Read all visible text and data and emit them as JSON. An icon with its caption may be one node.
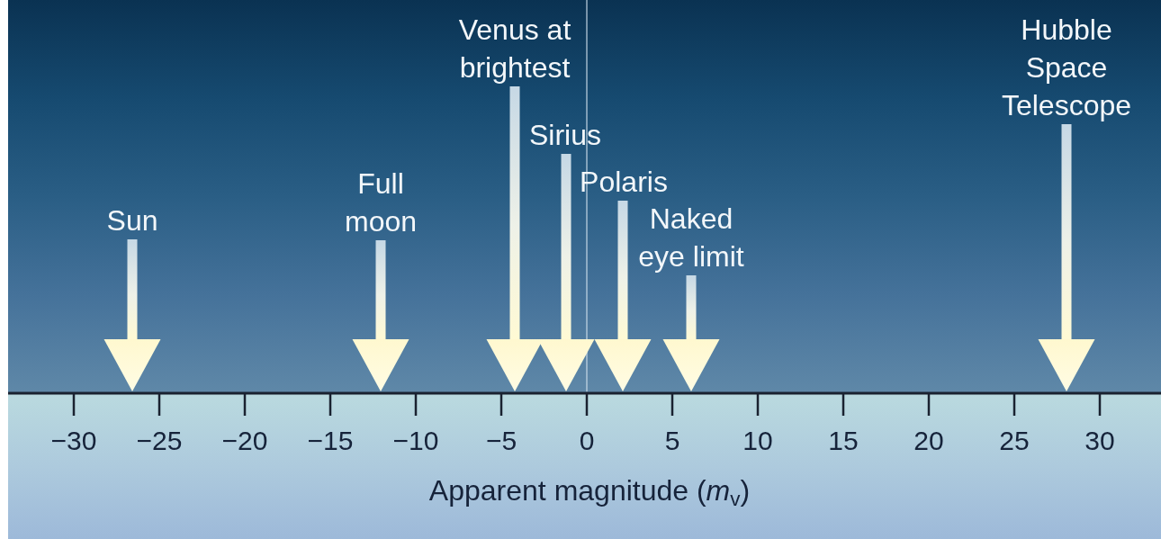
{
  "diagram": {
    "nodes": [
      {
        "text": [
          "Sun"
        ]
      },
      {
        "text": [
          "Full moon"
        ]
      },
      {
        "text": [
          "Venus at brightest"
        ]
      },
      {
        "text": [
          "Sirius"
        ]
      },
      {
        "text": [
          "Polaris"
        ]
      },
      {
        "text": [
          "Naked eye limit"
        ]
      },
      {
        "text": [
          "Hubble Space Telescope"
        ]
      }
    ],
    "edges": [
      {
        "from": 0,
        "to": null,
        "arrow": "to"
      },
      {
        "from": 1,
        "to": null,
        "arrow": "to"
      },
      {
        "from": 2,
        "to": null,
        "arrow": "to"
      },
      {
        "from": 3,
        "to": null,
        "arrow": "to"
      },
      {
        "from": 4,
        "to": null,
        "arrow": "to"
      },
      {
        "from": 5,
        "to": null,
        "arrow": "to"
      },
      {
        "from": 6,
        "to": null,
        "arrow": "to"
      }
    ],
    "labels": [
      "−30",
      "−25",
      "−20",
      "−15",
      "−10",
      "−5",
      "0",
      "5",
      "10",
      "15",
      "20",
      "25",
      "30",
      "Apparent magnitude (*m*$_{v}$)"
    ]
  }
}
